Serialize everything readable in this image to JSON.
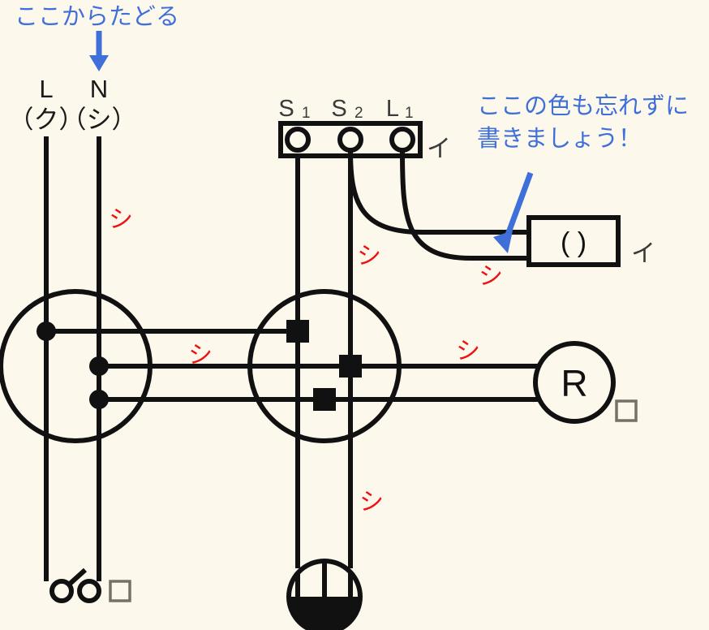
{
  "diagram": {
    "title": "japanese-electrical-wiring-practice-diagram",
    "background_color": "#fdf8ec",
    "wire_color": "#111111",
    "annotation_color": "#3f6fd8",
    "wire_label_color": "#ee1111"
  },
  "annotations": {
    "top_left": "ここからたどる",
    "top_right_line1": "ここの色も忘れずに",
    "top_right_line2": "書きましょう！"
  },
  "supply": {
    "live_label": "L",
    "live_color_code": "（ク）",
    "neutral_label": "N",
    "neutral_color_code": "（シ）"
  },
  "terminal_block": {
    "s1": "S",
    "s1_sub": "1",
    "s2": "S",
    "s2_sub": "2",
    "l1": "L",
    "l1_sub": "1",
    "circuit_mark": "イ"
  },
  "switch_box": {
    "label": "( )",
    "circuit_mark": "イ"
  },
  "pilot_lamp": {
    "letter": "R",
    "square_mark": "□"
  },
  "receptacle": {
    "square_mark": "□"
  },
  "wire_labels": {
    "neutral_drop": "シ",
    "left_junction_run": "シ",
    "terminal_drop": "シ",
    "switch_box_feed": "シ",
    "lamp_run": "シ",
    "ceiling_drop": "シ"
  }
}
